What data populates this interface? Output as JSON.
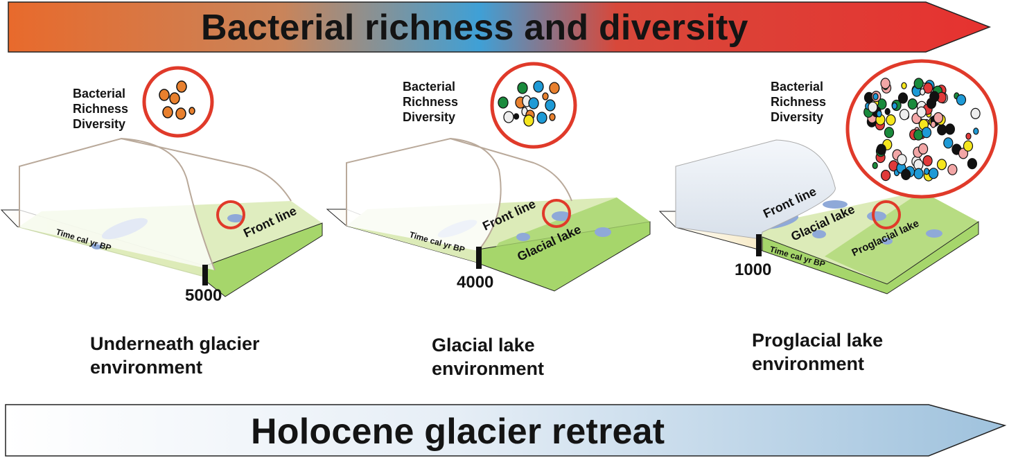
{
  "top_arrow": {
    "title": "Bacterial richness and diversity",
    "gradient_colors": [
      "#e86a2c",
      "#c9845a",
      "#3fa0d6",
      "#d8483a",
      "#e63230"
    ]
  },
  "bottom_arrow": {
    "title": "Holocene glacier retreat",
    "gradient_colors": [
      "#ffffff",
      "#dde9f3",
      "#9fc2dd"
    ]
  },
  "panels": [
    {
      "id": "underneath",
      "richness_label_lines": [
        "Bacterial",
        "Richness",
        "Diversity"
      ],
      "time_axis_label": "Time cal yr BP",
      "year": "5000",
      "landscape_labels": [
        "Front line"
      ],
      "environment_lines": [
        "Underneath glacier",
        "environment"
      ],
      "bacteria_colors": [
        "#e8802e"
      ]
    },
    {
      "id": "glacial-lake",
      "richness_label_lines": [
        "Bacterial",
        "Richness",
        "Diversity"
      ],
      "time_axis_label": "Time cal yr BP",
      "year": "4000",
      "landscape_labels": [
        "Front line",
        "Glacial lake"
      ],
      "environment_lines": [
        "Glacial lake",
        "environment"
      ],
      "bacteria_colors": [
        "#1a8a3c",
        "#1e9ad6",
        "#e8802e",
        "#eeeeee",
        "#111111",
        "#f5e61e"
      ]
    },
    {
      "id": "proglacial-lake",
      "richness_label_lines": [
        "Bacterial",
        "Richness",
        "Diversity"
      ],
      "time_axis_label": "Time cal yr BP",
      "year": "1000",
      "landscape_labels": [
        "Front line",
        "Glacial lake",
        "Proglacial lake"
      ],
      "environment_lines": [
        "Proglacial lake",
        "environment"
      ],
      "bacteria_colors": [
        "#1a8a3c",
        "#e03a3a",
        "#1e9ad6",
        "#eeeeee",
        "#111111",
        "#f5e61e",
        "#f2a6a6"
      ]
    }
  ],
  "colors": {
    "circle_outline": "#e03a2a",
    "ground_green": "#a6d66b",
    "ground_light": "#dcebb8",
    "water": "#8fa9d8",
    "ice_outline": "#b9a99a"
  }
}
